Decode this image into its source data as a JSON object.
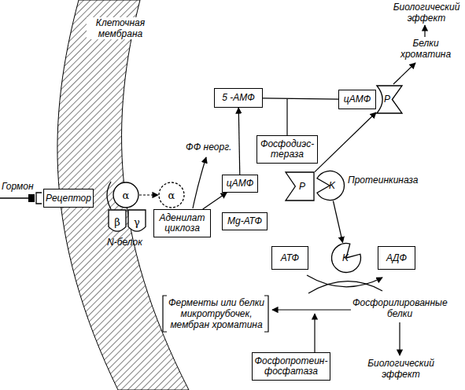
{
  "diagram": {
    "nodes": [
      {
        "text": [
          "Клеточная мембрана"
        ]
      },
      {
        "text": [
          "Рецептор"
        ]
      },
      {
        "text": [
          "α"
        ]
      },
      {
        "text": [
          "α"
        ]
      },
      {
        "text": [
          "β"
        ]
      },
      {
        "text": [
          "γ"
        ]
      },
      {
        "text": [
          "Аденилат циклоза"
        ]
      },
      {
        "text": [
          "цАМФ"
        ]
      },
      {
        "text": [
          "Mg-АТФ"
        ]
      },
      {
        "text": [
          "5 -АМФ"
        ]
      },
      {
        "text": [
          "Фосфодиэс- тераза"
        ]
      },
      {
        "text": [
          "цАМФ"
        ]
      },
      {
        "text": [
          "P"
        ]
      },
      {
        "text": [
          "P"
        ]
      },
      {
        "text": [
          "K"
        ]
      },
      {
        "text": [
          "АТФ"
        ]
      },
      {
        "text": [
          "K"
        ]
      },
      {
        "text": [
          "АДФ"
        ]
      },
      {
        "text": [
          "Фосфопротеин- фосфатаза"
        ]
      }
    ],
    "edges": [
      {
        "from": 2,
        "to": 3,
        "arrow": "to"
      },
      {
        "from": 6,
        "to": 7,
        "arrow": "to"
      },
      {
        "from": 7,
        "to": 9,
        "arrow": "to"
      },
      {
        "from": 11,
        "to": 9,
        "arrow": "none"
      },
      {
        "from": 13,
        "to": 12,
        "arrow": "to"
      },
      {
        "from": 14,
        "to": 16,
        "arrow": "to"
      }
    ],
    "labels": [
      "Биологический эффект",
      "Белки хроматина",
      "Гормон",
      "ФФ неорг.",
      "Протеинкиназа",
      "N-белок",
      "Ферменты или белки микротрубочек, мембран хроматина",
      "Фосфорилированные белки",
      "Биологический эффект"
    ]
  }
}
